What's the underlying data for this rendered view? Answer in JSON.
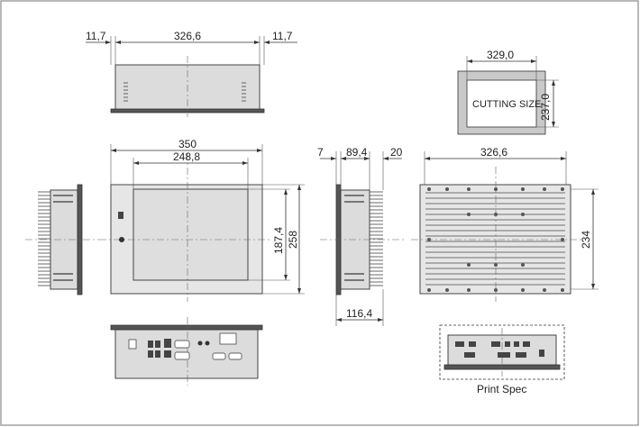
{
  "dimensions": {
    "top_left_margin": "11,7",
    "top_width": "326,6",
    "top_right_margin": "11,7",
    "cutout_width": "329,0",
    "cutout_height": "237,0",
    "cutout_label": "CUTTING SIZE",
    "front_width": "350",
    "front_screen_width": "248,8",
    "front_screen_height": "187,4",
    "front_height": "258",
    "side_left": "7",
    "side_body": "89,4",
    "side_right": "20",
    "side_total": "116,4",
    "back_width": "326,6",
    "back_height": "234"
  },
  "captions": {
    "print_spec": "Print Spec"
  },
  "colors": {
    "frame": "#8a8a8a",
    "body": "#dcdcdc",
    "lines": "#333333"
  }
}
